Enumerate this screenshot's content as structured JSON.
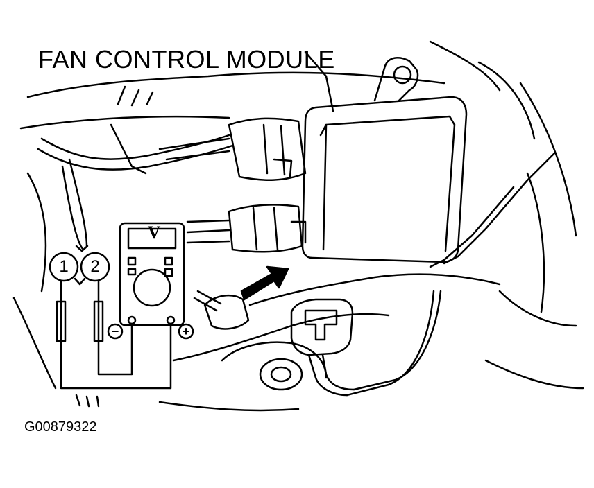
{
  "diagram": {
    "title": "FAN CONTROL MODULE",
    "figure_code": "G00879322",
    "terminal_labels": [
      "1",
      "2"
    ],
    "meter": {
      "display_symbol": "V",
      "negative_symbol": "−",
      "positive_symbol": "+"
    }
  }
}
